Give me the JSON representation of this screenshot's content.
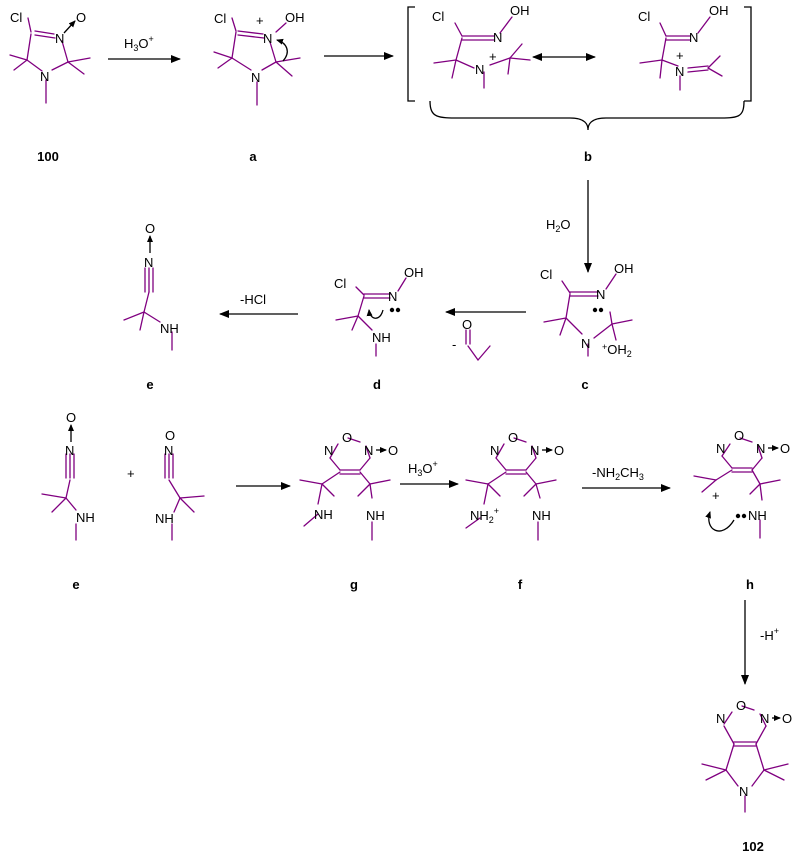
{
  "compounds": {
    "c100": "100",
    "a": "a",
    "b": "b",
    "c": "c",
    "d": "d",
    "e1": "e",
    "e2": "e",
    "g": "g",
    "f": "f",
    "h": "h",
    "c102": "102"
  },
  "atoms": {
    "cl": "Cl",
    "n": "N",
    "o": "O",
    "oh": "OH",
    "nh": "NH",
    "plus": "+",
    "dash": "-",
    "h2": "H",
    "two": "2",
    "three": "3"
  },
  "conditions": {
    "h3o_1": "H",
    "h3o_2": "H",
    "h2o": "H",
    "hcl": "-HCl",
    "nh2ch3": "-NH",
    "minus_h": "-H"
  },
  "colors": {
    "bond": "#800080",
    "text": "#000000",
    "arrow": "#000000"
  }
}
